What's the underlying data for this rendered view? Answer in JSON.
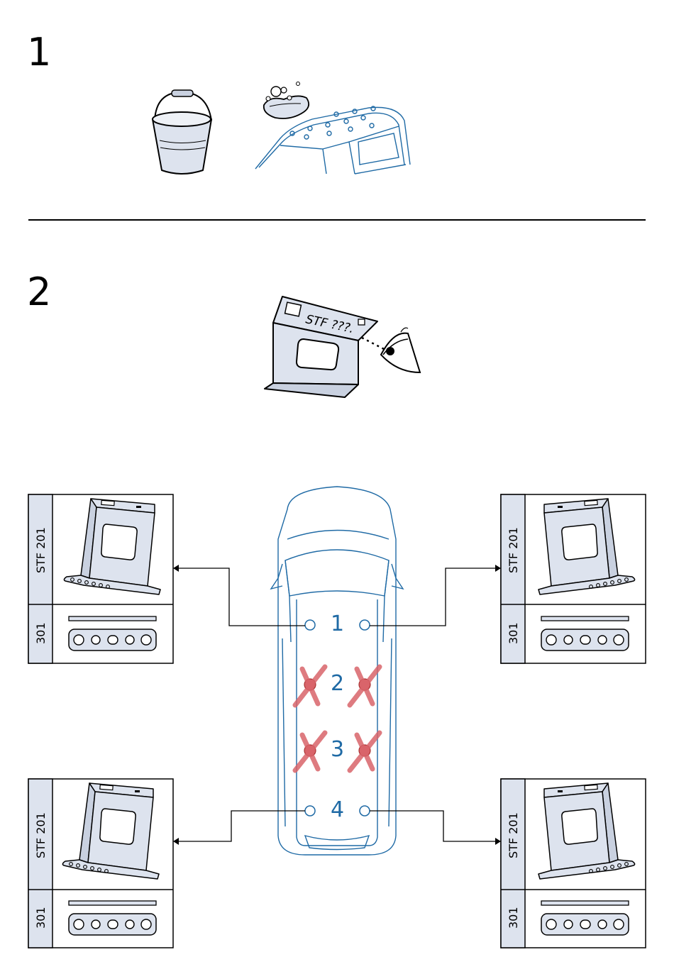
{
  "steps": [
    {
      "number": "1"
    },
    {
      "number": "2"
    }
  ],
  "inspect_label": {
    "text": "STF ???."
  },
  "positions": [
    {
      "label": "1",
      "allowed": true
    },
    {
      "label": "2",
      "allowed": false
    },
    {
      "label": "3",
      "allowed": false
    },
    {
      "label": "4",
      "allowed": true
    }
  ],
  "parts": [
    {
      "id": "top-left",
      "foot_label": "STF 201",
      "pad_label": "301"
    },
    {
      "id": "top-right",
      "foot_label": "STF 201",
      "pad_label": "301"
    },
    {
      "id": "bottom-left",
      "foot_label": "STF 201",
      "pad_label": "301"
    },
    {
      "id": "bottom-right",
      "foot_label": "STF 201",
      "pad_label": "301"
    }
  ],
  "colors": {
    "line_blue": "#1f6aa5",
    "number_blue": "#1f6aa5",
    "part_fill": "#dde3ee",
    "cross_red": "#d9646a"
  },
  "icons": [
    "bucket-icon",
    "sponge-icon",
    "car-roof-icon",
    "foot-bracket-icon",
    "eye-icon",
    "rubber-pad-icon"
  ]
}
